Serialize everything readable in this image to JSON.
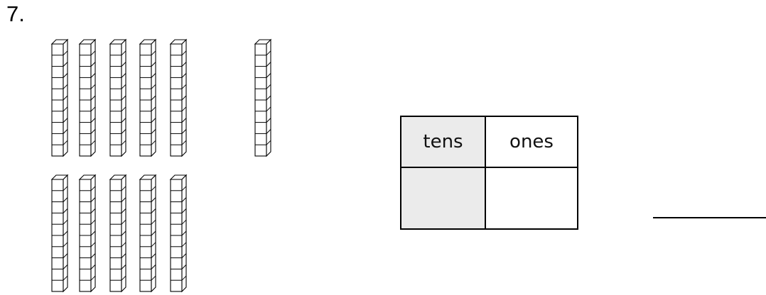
{
  "problem": {
    "number_label": "7."
  },
  "base_ten_blocks": {
    "tens_rods": 11,
    "ones_cubes": 0,
    "cubes_per_rod": 10,
    "stroke_color": "#000000",
    "side_shade": "#ffffff"
  },
  "place_value_table": {
    "headers": [
      "tens",
      "ones"
    ],
    "values": [
      "",
      ""
    ],
    "tens_column_color": "#ebebeb",
    "ones_column_color": "#ffffff"
  },
  "answer": {
    "value": ""
  }
}
